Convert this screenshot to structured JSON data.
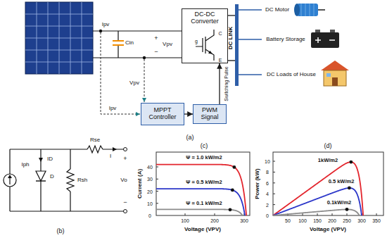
{
  "diagram": {
    "nodes": [
      {
        "text": [
          "DC-DC Converter"
        ]
      },
      {
        "text": [
          "DC LINK"
        ]
      },
      {
        "text": [
          "MPPT Controller"
        ]
      },
      {
        "text": [
          "PWM Signal"
        ]
      }
    ],
    "edges": [
      {
        "from": 0,
        "to": 1,
        "arrow": "none"
      },
      {
        "from": 3,
        "to": 0,
        "arrow": "to",
        "label": "Switching Pulse"
      },
      {
        "from": 2,
        "to": 3,
        "arrow": "to"
      }
    ],
    "labels": [
      "Ipv",
      "Cin",
      "+",
      "Vpv",
      "−",
      "C",
      "E",
      "g",
      "DC Motor",
      "Battery Storage",
      "DC Loads of House",
      "Ipv",
      "Vpv",
      "(a)",
      "Iph",
      "ID",
      "D",
      "Rsh",
      "Rse",
      "I",
      "+",
      "Vo",
      "−",
      "(b)",
      "(c)",
      "Current (A)",
      "0",
      "10",
      "20",
      "30",
      "40",
      "100",
      "200",
      "300",
      "Voltage (VPV)",
      "Ψ = 1.0 kW/m2",
      "Ψ = 0.5 kW/m2",
      "Ψ = 0.1 kW/m2",
      "(d)",
      "Power (kW)",
      "0",
      "2",
      "4",
      "6",
      "8",
      "10",
      "50",
      "100",
      "150",
      "200",
      "250",
      "300",
      "350",
      "Voltage (VPV)",
      "1kW/m2",
      "0.5 kW/m2",
      "0.1kW/m2"
    ]
  }
}
